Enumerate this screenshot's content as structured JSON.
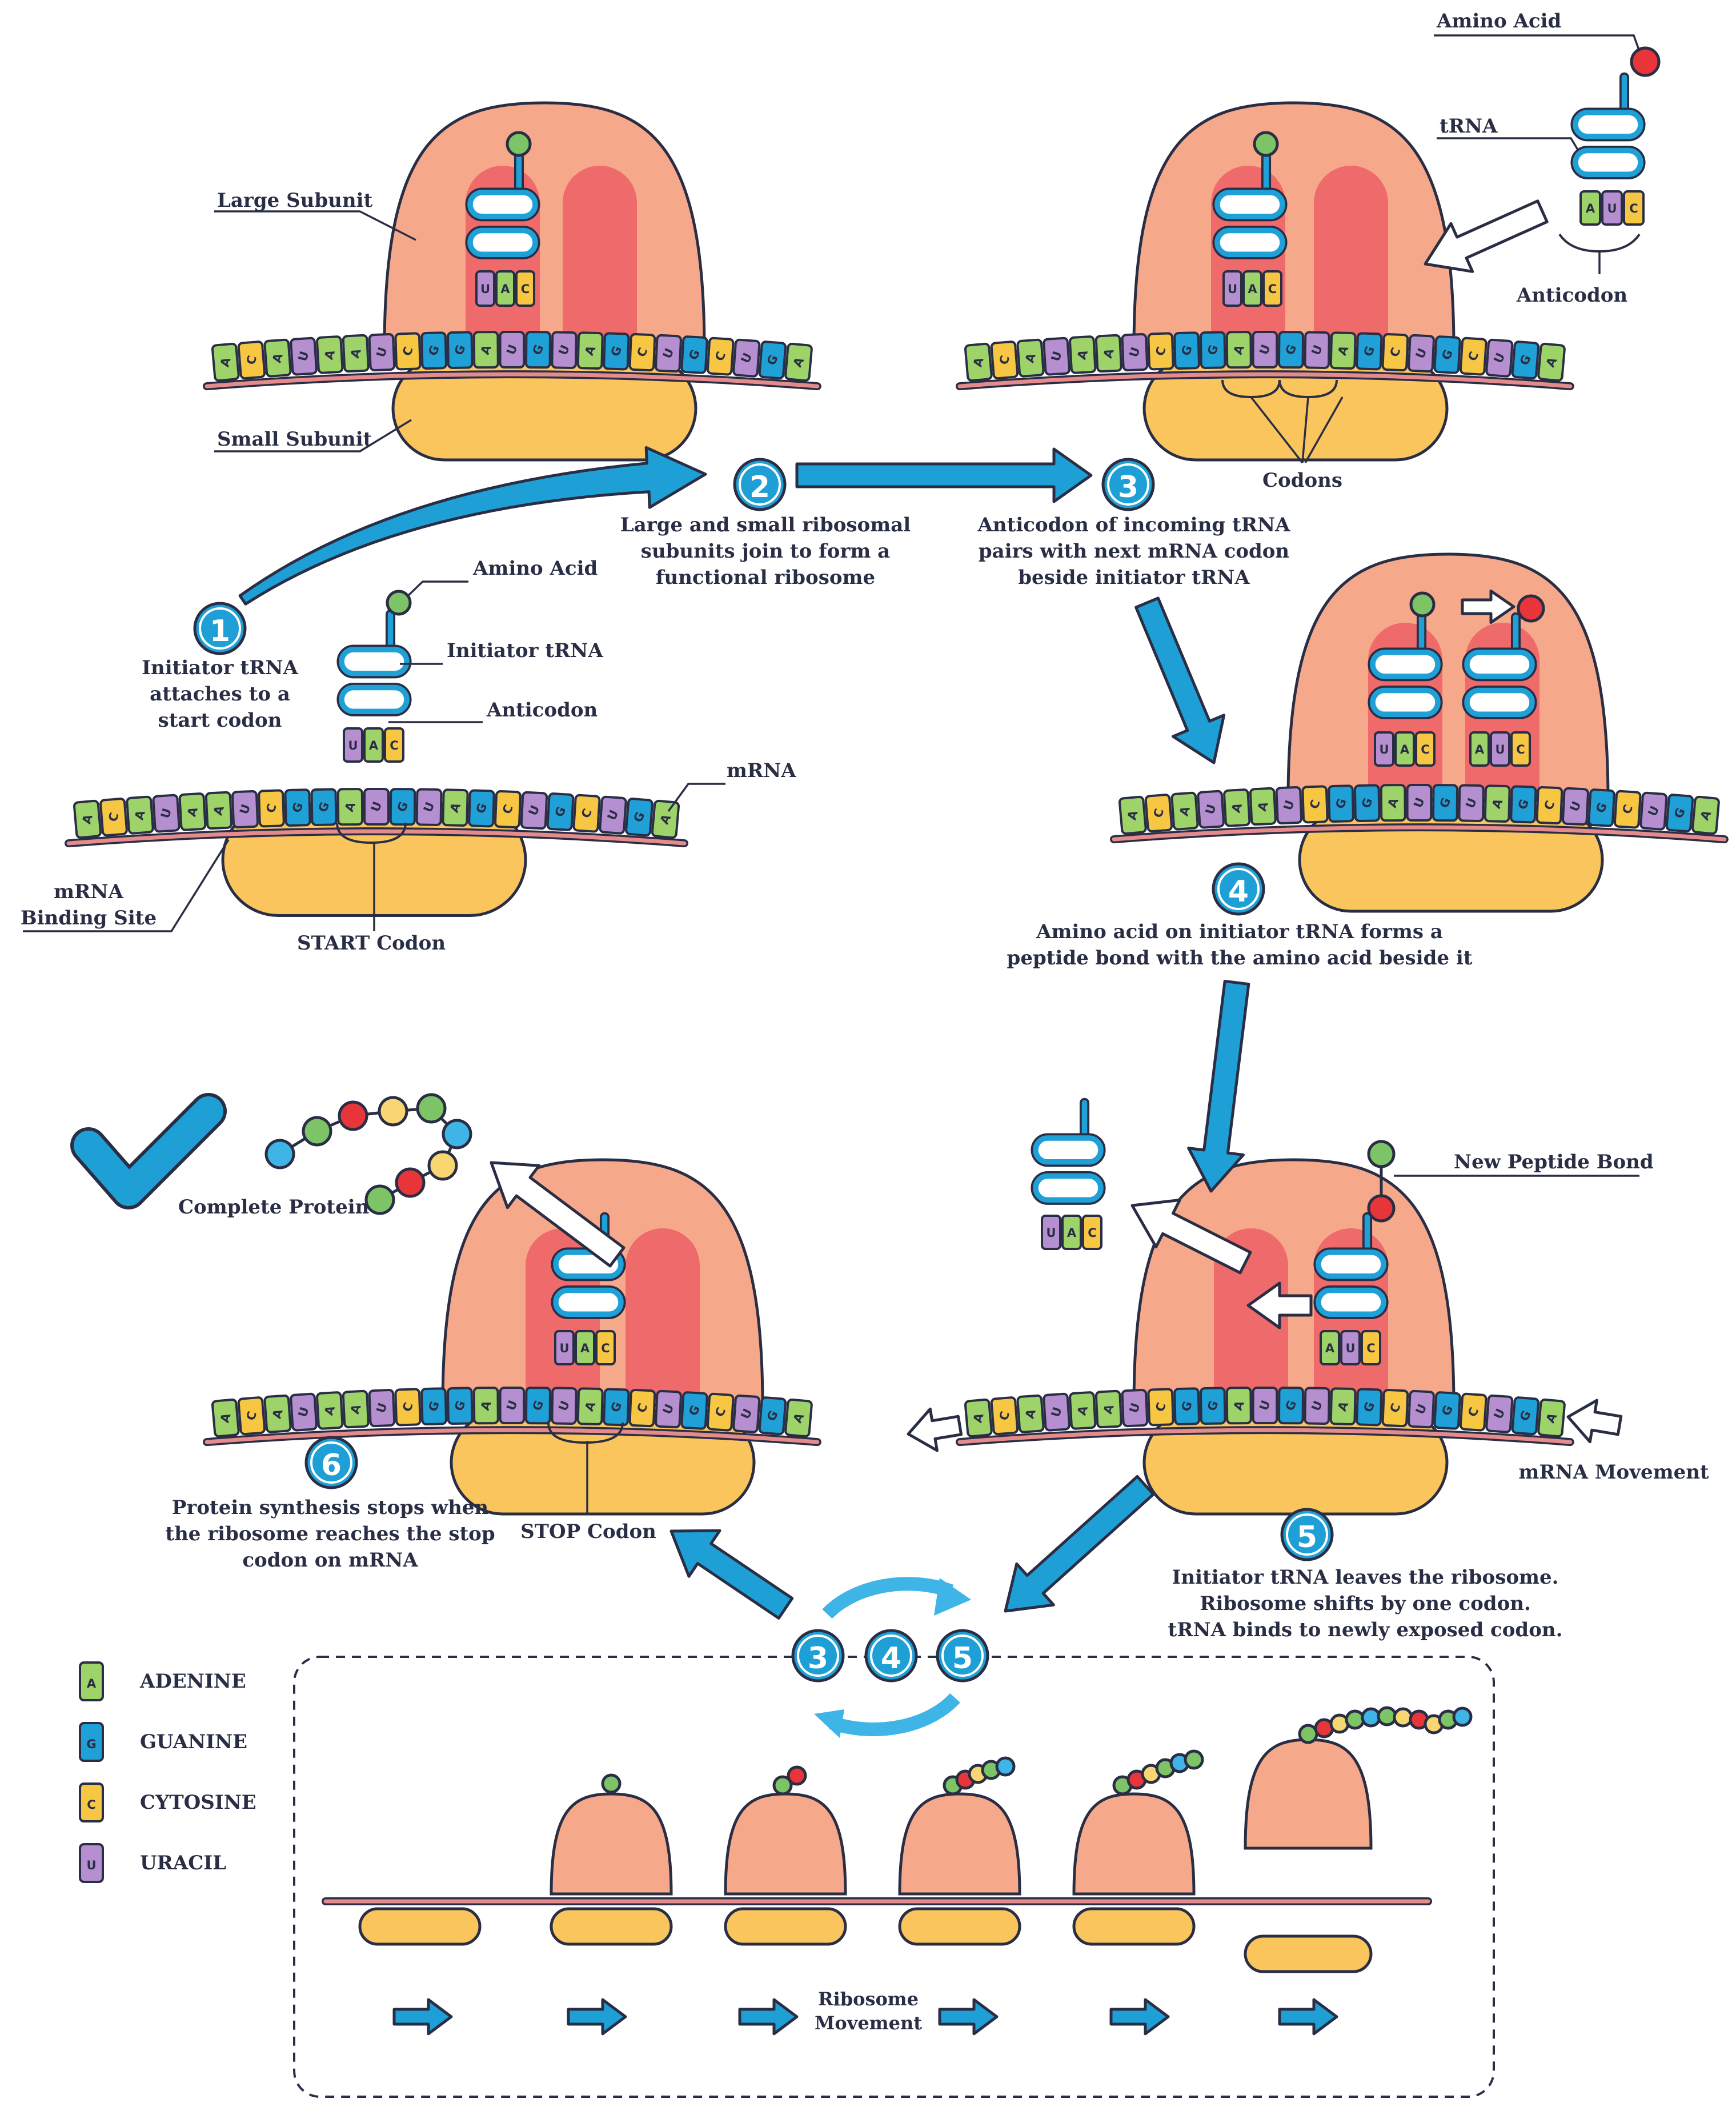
{
  "colors": {
    "adenine": "#9ed36a",
    "guanine": "#1fa0d6",
    "cytosine": "#f7c744",
    "uracil": "#b68fd0",
    "ribosome_large": "#f6a98a",
    "ribosome_small": "#fac55c",
    "site": "#ef6a6a",
    "arrow": "#1e9fd6",
    "outline": "#2a2e45",
    "mrna_line": "#e58b8b",
    "amino_green": "#7cc466",
    "amino_red": "#e8353a",
    "amino_yellow": "#f8d773",
    "amino_blue": "#3fb4e6"
  },
  "mrna_sequence": [
    "A",
    "C",
    "A",
    "U",
    "A",
    "A",
    "U",
    "C",
    "G",
    "G",
    "A",
    "U",
    "G",
    "U",
    "A",
    "G",
    "C",
    "U",
    "G",
    "C",
    "U",
    "G",
    "A"
  ],
  "anticodon_initiator": [
    "U",
    "A",
    "C"
  ],
  "anticodon_incoming": [
    "A",
    "U",
    "C"
  ],
  "labels": {
    "large_subunit": "Large Subunit",
    "small_subunit": "Small Subunit",
    "amino_acid": "Amino Acid",
    "trna": "tRNA",
    "anticodon": "Anticodon",
    "codons": "Codons",
    "initiator_trna": "Initiator tRNA",
    "mrna": "mRNA",
    "mrna_binding_site_1": "mRNA",
    "mrna_binding_site_2": "Binding Site",
    "start_codon": "START Codon",
    "new_peptide_bond": "New Peptide Bond",
    "complete_protein": "Complete Protein",
    "stop_codon": "STOP Codon",
    "mrna_movement": "mRNA Movement",
    "ribosome_movement_1": "Ribosome",
    "ribosome_movement_2": "Movement"
  },
  "steps": [
    {
      "number": "1",
      "lines": [
        "Initiator tRNA",
        "attaches to a",
        "start codon"
      ]
    },
    {
      "number": "2",
      "lines": [
        "Large and small ribosomal",
        "subunits join to form a",
        "functional ribosome"
      ]
    },
    {
      "number": "3",
      "lines": [
        "Anticodon of incoming tRNA",
        "pairs with next mRNA codon",
        "beside initiator tRNA"
      ]
    },
    {
      "number": "4",
      "lines": [
        "Amino acid on initiator tRNA forms a",
        "peptide bond with the amino acid beside it"
      ]
    },
    {
      "number": "5",
      "lines": [
        "Initiator tRNA leaves the ribosome.",
        "Ribosome shifts by one codon.",
        "tRNA binds to newly exposed codon."
      ]
    },
    {
      "number": "6",
      "lines": [
        "Protein synthesis stops when",
        "the ribosome reaches the stop",
        "codon on mRNA"
      ]
    }
  ],
  "cycle_numbers": [
    "3",
    "4",
    "5"
  ],
  "legend": [
    {
      "letter": "A",
      "name": "ADENINE",
      "color": "#9ed36a"
    },
    {
      "letter": "G",
      "name": "GUANINE",
      "color": "#1fa0d6"
    },
    {
      "letter": "C",
      "name": "CYTOSINE",
      "color": "#f7c744"
    },
    {
      "letter": "U",
      "name": "URACIL",
      "color": "#b68fd0"
    }
  ]
}
